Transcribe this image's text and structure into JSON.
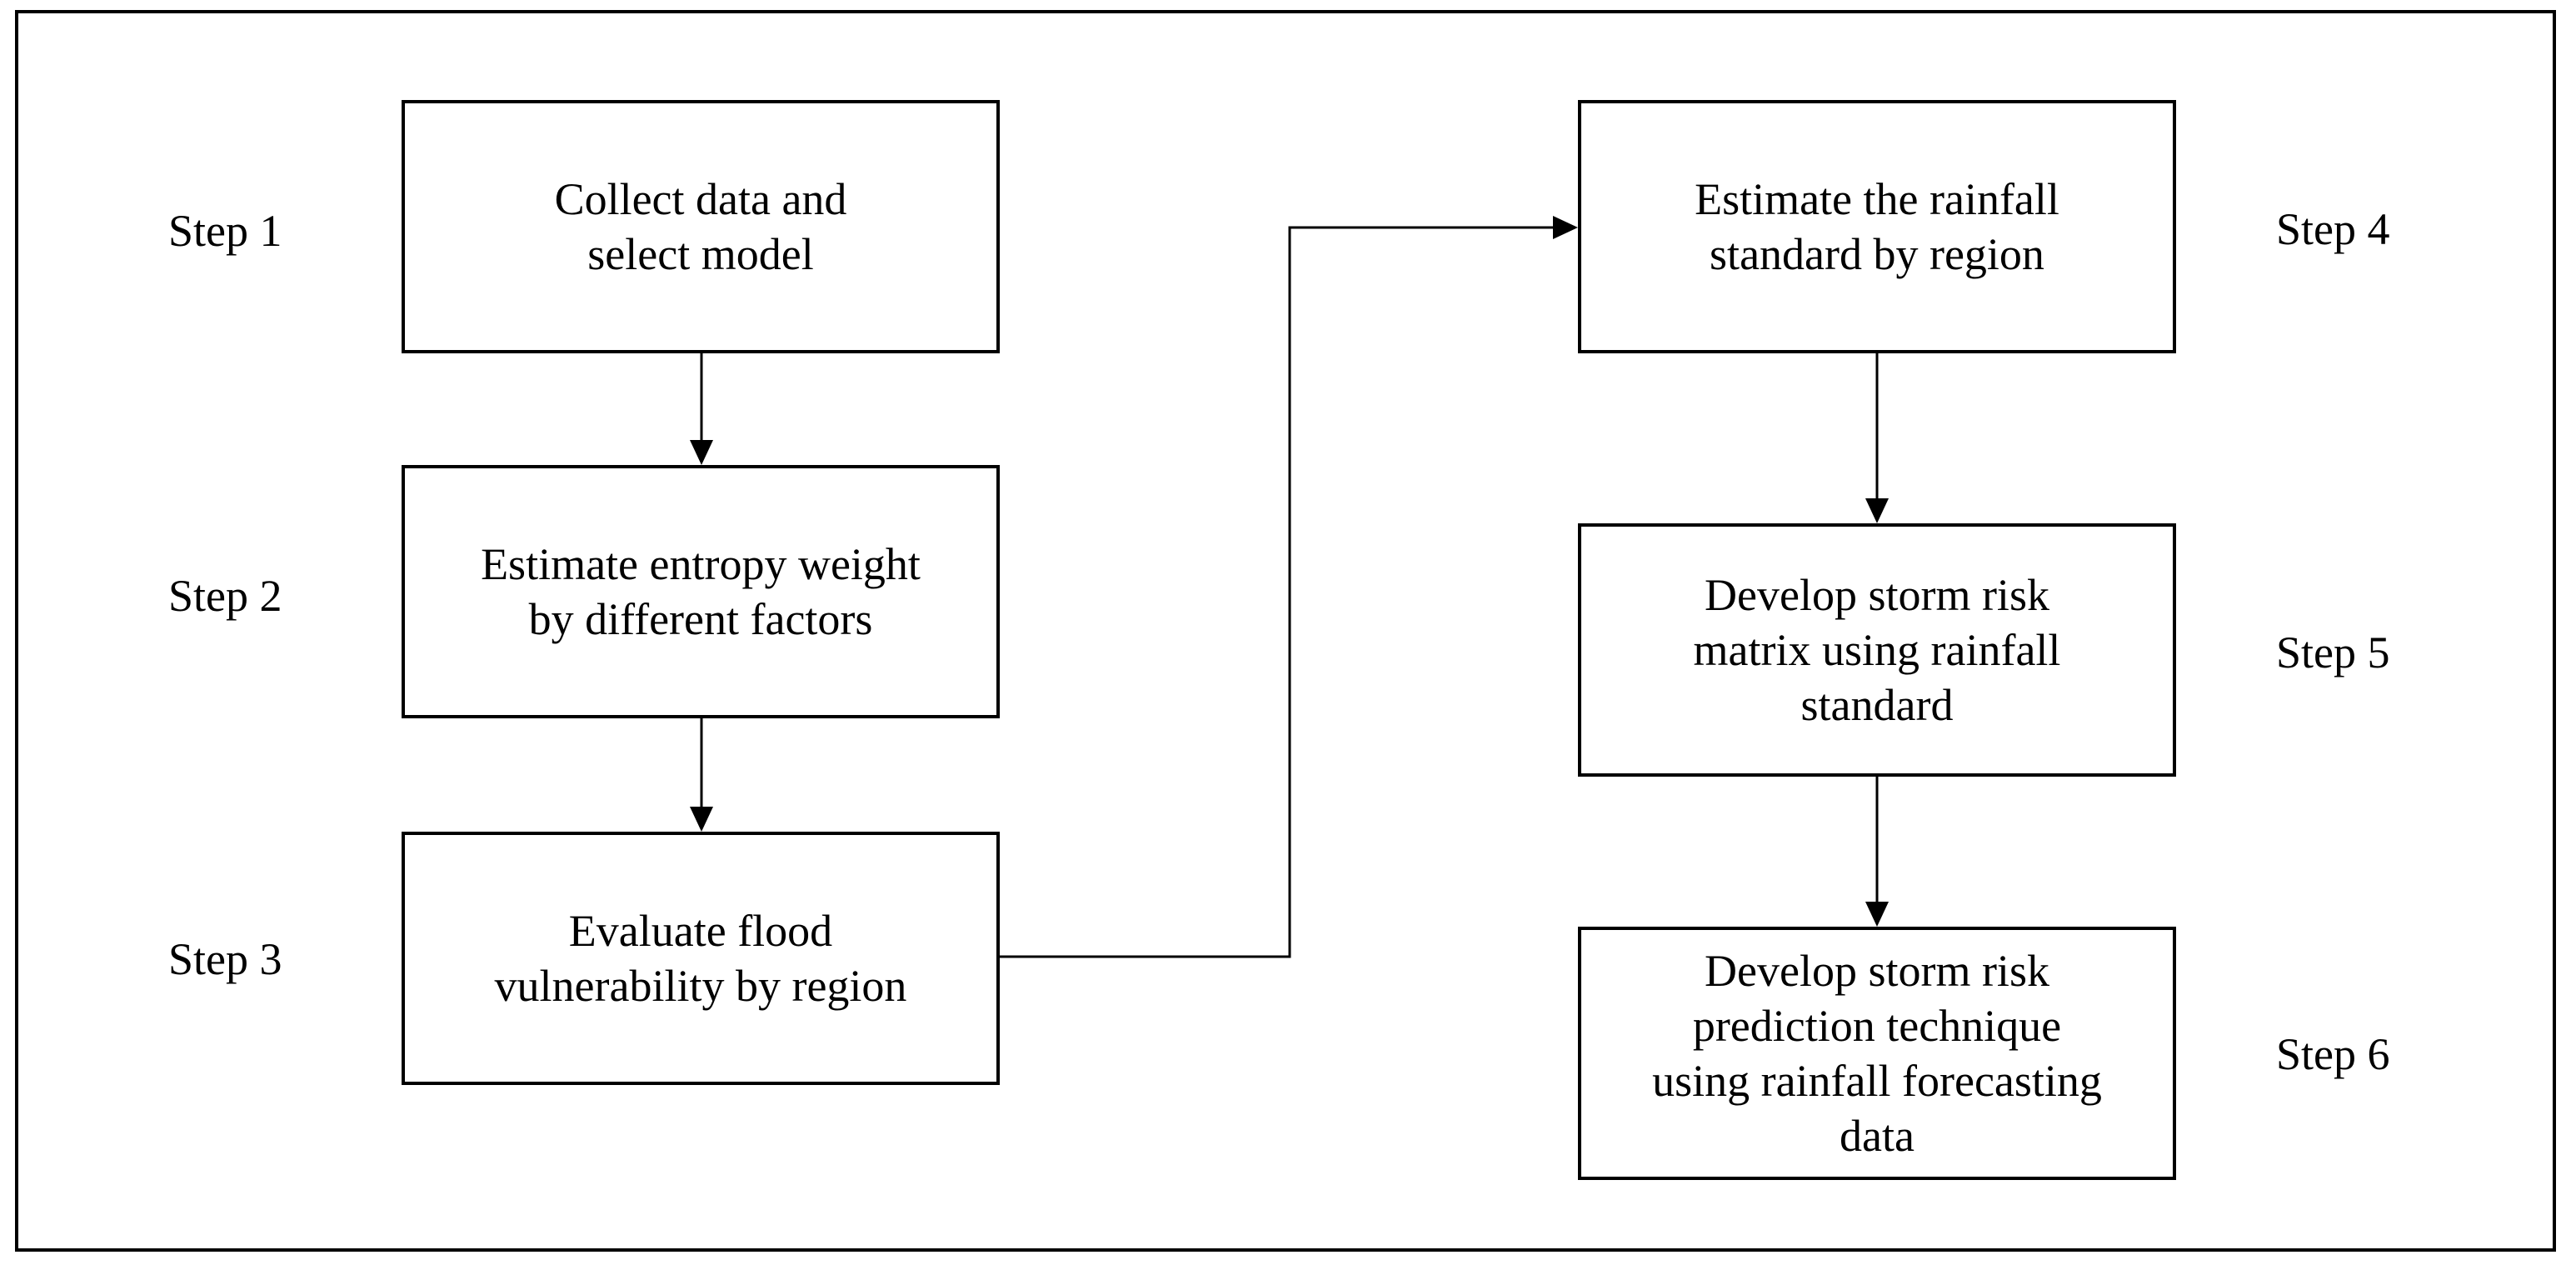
{
  "diagram": {
    "steps": [
      {
        "label": "Step 1",
        "box_text": "Collect data and\nselect model"
      },
      {
        "label": "Step 2",
        "box_text": "Estimate entropy weight\nby different factors"
      },
      {
        "label": "Step 3",
        "box_text": "Evaluate flood\nvulnerability  by region"
      },
      {
        "label": "Step 4",
        "box_text": "Estimate the rainfall\nstandard by region"
      },
      {
        "label": "Step 5",
        "box_text": "Develop storm risk\nmatrix using rainfall\nstandard"
      },
      {
        "label": "Step 6",
        "box_text": "Develop storm risk\nprediction technique\nusing rainfall  forecasting\ndata"
      }
    ],
    "flow": [
      {
        "from": "Step 1",
        "to": "Step 2"
      },
      {
        "from": "Step 2",
        "to": "Step 3"
      },
      {
        "from": "Step 3",
        "to": "Step 4"
      },
      {
        "from": "Step 4",
        "to": "Step 5"
      },
      {
        "from": "Step 5",
        "to": "Step 6"
      }
    ],
    "line_color": "#000000",
    "box_fill": "#ffffff"
  }
}
